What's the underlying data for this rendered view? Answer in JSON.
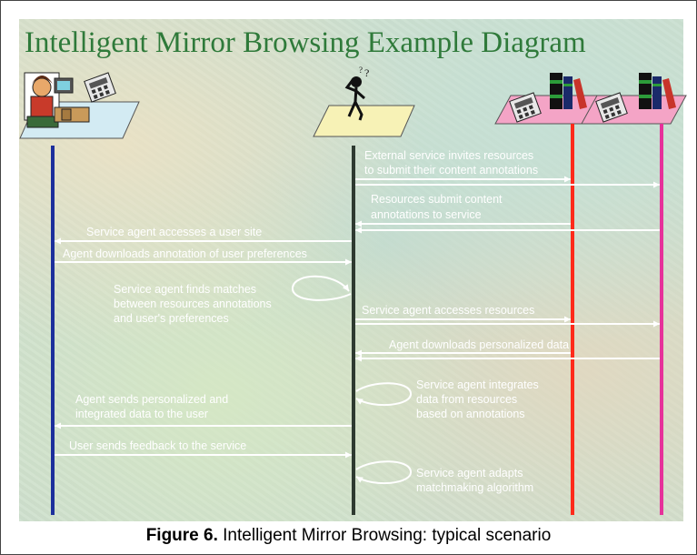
{
  "title": "Intelligent Mirror Browsing Example Diagram",
  "caption": {
    "figure": "Figure 6.",
    "text": " Intelligent Mirror Browsing: typical scenario"
  },
  "lifelines": [
    {
      "name": "user",
      "color": "#1c2f9c"
    },
    {
      "name": "service",
      "color": "#2e3a30"
    },
    {
      "name": "resource-1",
      "color": "#ff2a1a"
    },
    {
      "name": "resource-2",
      "color": "#e6319a"
    }
  ],
  "messages": [
    {
      "line1": "External service invites resources",
      "line2": "to submit their content annotations"
    },
    {
      "line1": "Resources submit content",
      "line2": "annotations to service"
    },
    {
      "line1": "Service agent accesses a user site"
    },
    {
      "line1": "Agent downloads annotation of user preferences"
    },
    {
      "line1": "Service agent finds matches",
      "line2": "between resources annotations",
      "line3": "and user's preferences"
    },
    {
      "line1": "Service agent accesses resources"
    },
    {
      "line1": "Agent downloads personalized data"
    },
    {
      "line1": "Service agent integrates",
      "line2": "data from resources",
      "line3": "based on annotations"
    },
    {
      "line1": "Agent sends personalized and",
      "line2": "integrated data to the user"
    },
    {
      "line1": "User sends feedback to the service"
    },
    {
      "line1": "Service agent adapts",
      "line2": "matchmaking algorithm"
    }
  ],
  "icons": {
    "user": "user-workstation-icon",
    "agent": "thinking-agent-icon",
    "resource": "database-server-icon"
  }
}
